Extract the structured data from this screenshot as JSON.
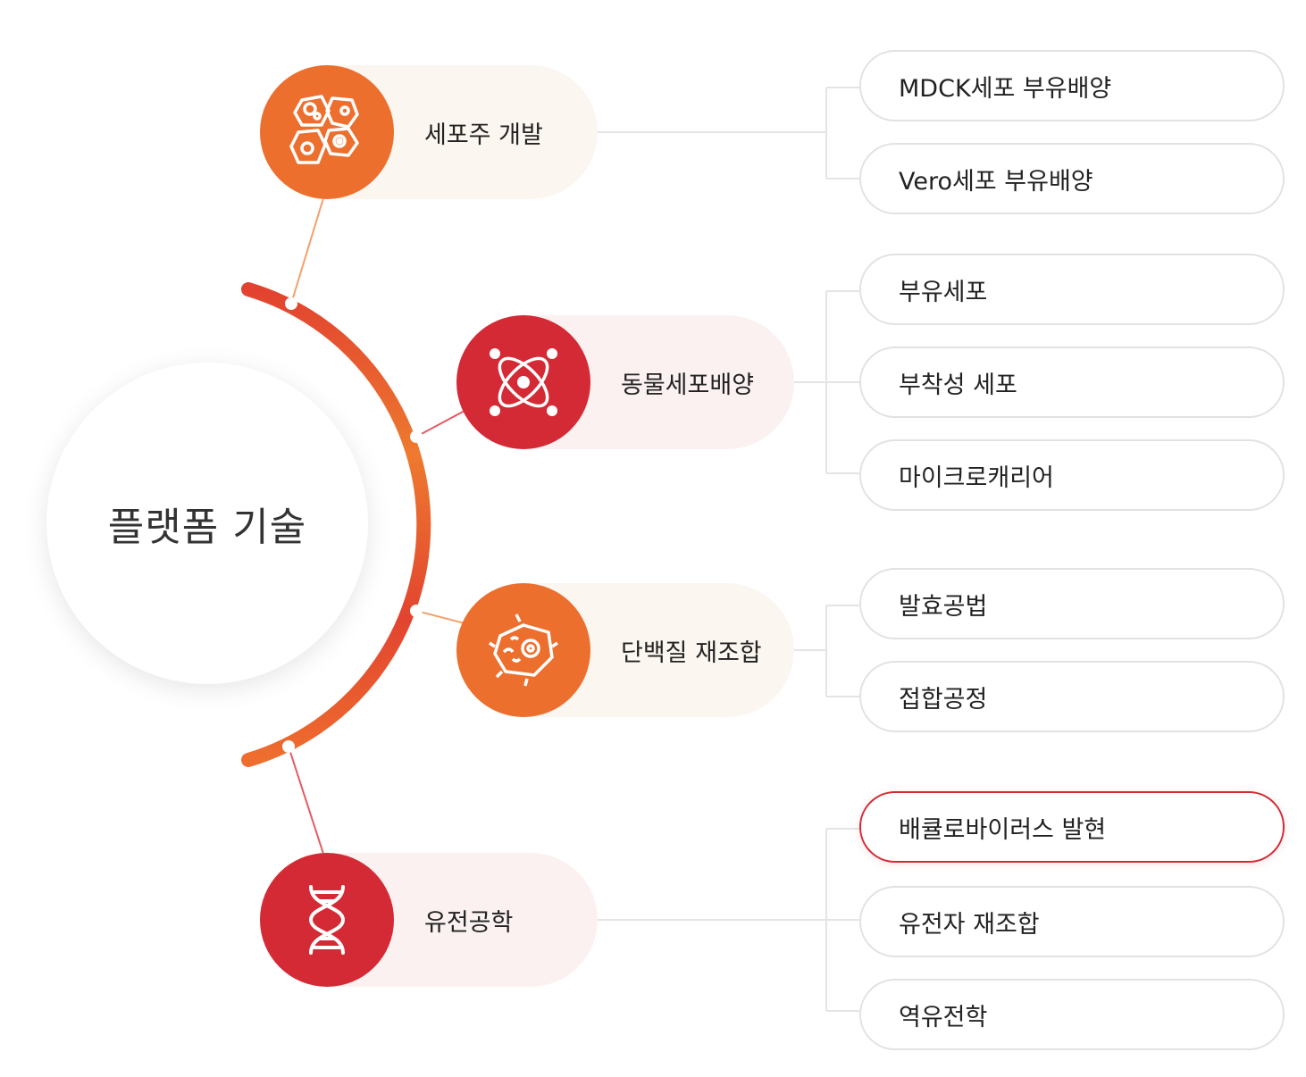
{
  "center": {
    "label": "플랫폼 기술"
  },
  "categories": [
    {
      "label": "세포주 개발",
      "icon": "cells-icon",
      "color": "#ec6f2e",
      "items": [
        "MDCK세포 부유배양",
        "Vero세포 부유배양"
      ]
    },
    {
      "label": "동물세포배양",
      "icon": "atom-icon",
      "color": "#d42a35",
      "items": [
        "부유세포",
        "부착성 세포",
        "마이크로캐리어"
      ]
    },
    {
      "label": "단백질 재조합",
      "icon": "cell-culture-icon",
      "color": "#ec6f2e",
      "items": [
        "발효공법",
        "접합공정"
      ]
    },
    {
      "label": "유전공학",
      "icon": "dna-icon",
      "color": "#d42a35",
      "items": [
        "배큘로바이러스 발현",
        "유전자 재조합",
        "역유전학"
      ]
    }
  ],
  "active_item": "배큘로바이러스 발현",
  "colors": {
    "orange": "#ec6f2e",
    "red": "#d42a35",
    "line": "#e4e4e4",
    "border": "#e2e2e2"
  }
}
